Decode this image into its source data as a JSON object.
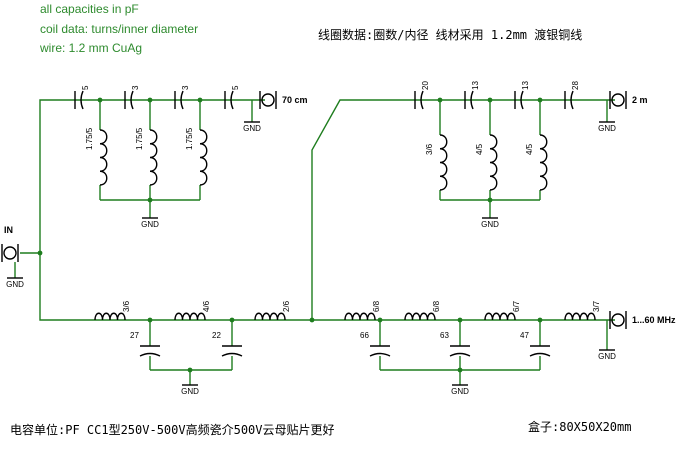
{
  "notes": {
    "line1": "all capacities in pF",
    "line2": "coil data: turns/inner diameter",
    "line3": "wire: 1.2 mm CuAg",
    "cn_top": "线圈数据:圈数/内径 线材采用 1.2mm 渡银铜线",
    "cn_bottom_left": "电容单位:PF  CC1型250V-500V高频瓷介500V云母贴片更好",
    "cn_bottom_right": "盒子:80X50X20mm"
  },
  "ports": {
    "in": "IN",
    "out_70cm": "70 cm",
    "out_2m": "2 m",
    "out_hf": "1...60 MHz",
    "gnd": "GND"
  },
  "band_70cm": {
    "series_caps": [
      "5",
      "3",
      "3",
      "5"
    ],
    "coils": [
      "1.75/5",
      "1.75/5",
      "1.75/5"
    ]
  },
  "band_2m": {
    "series_caps": [
      "20",
      "13",
      "13",
      "28"
    ],
    "coils": [
      "3/6",
      "4/5",
      "4/5"
    ]
  },
  "band_hf": {
    "coils": [
      "3/6",
      "4/6",
      "2/6",
      "6/8",
      "6/8",
      "6/7",
      "3/7"
    ],
    "shunt_caps": [
      "27",
      "22",
      "66",
      "63",
      "47"
    ]
  },
  "colors": {
    "wire": "#1e7d1e",
    "component": "#000000",
    "note_text": "#2e8b2e"
  }
}
